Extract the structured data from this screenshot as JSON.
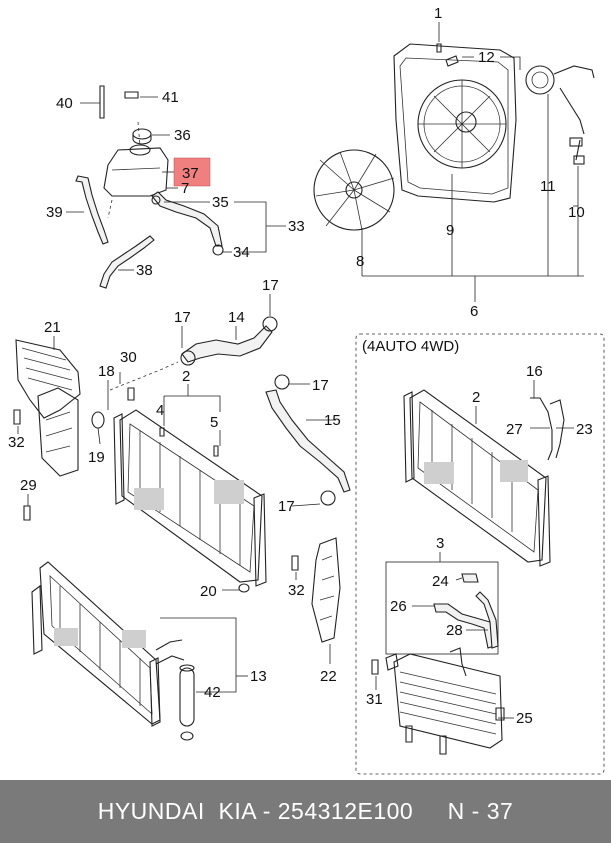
{
  "footer": {
    "text": "HYUNDAI  KIA - 254312E100     N - 37"
  },
  "diagram": {
    "section_label": "(4AUTO 4WD)",
    "highlight_color": "#f08080",
    "highlighted_callout": "37",
    "callouts": {
      "c1": "1",
      "c2": "2",
      "c2b": "2",
      "c3": "3",
      "c4": "4",
      "c5": "5",
      "c6": "6",
      "c7": "7",
      "c8": "8",
      "c9": "9",
      "c10": "10",
      "c11": "11",
      "c12": "12",
      "c13": "13",
      "c14": "14",
      "c15": "15",
      "c16": "16",
      "c17a": "17",
      "c17b": "17",
      "c17c": "17",
      "c17d": "17",
      "c18": "18",
      "c19": "19",
      "c20": "20",
      "c21": "21",
      "c22": "22",
      "c23": "23",
      "c24": "24",
      "c25": "25",
      "c26": "26",
      "c27": "27",
      "c28": "28",
      "c29": "29",
      "c30": "30",
      "c31": "31",
      "c32a": "32",
      "c32b": "32",
      "c33": "33",
      "c34": "34",
      "c35": "35",
      "c36": "36",
      "c37": "37",
      "c38": "38",
      "c39": "39",
      "c40": "40",
      "c41": "41",
      "c42": "42"
    }
  }
}
